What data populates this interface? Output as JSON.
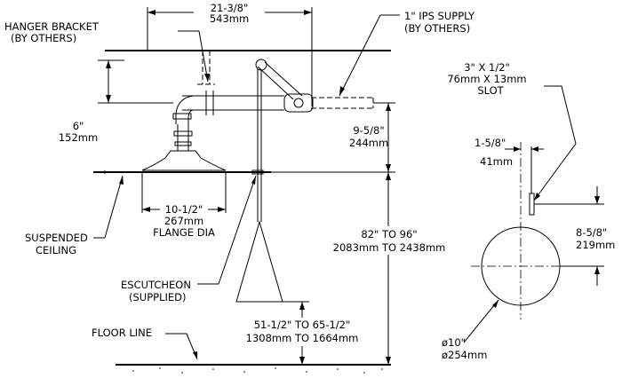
{
  "labels": {
    "top_dim_in": "21-3/8\"",
    "top_dim_mm": "543mm",
    "hanger_1": "HANGER BRACKET",
    "hanger_2": "(BY OTHERS)",
    "supply_1": "1\" IPS SUPPLY",
    "supply_2": "(BY OTHERS)",
    "six_in": "6\"",
    "six_mm": "152mm",
    "nine_in": "9-5/8\"",
    "nine_mm": "244mm",
    "flange_in": "10-1/2\"",
    "flange_mm": "267mm",
    "flange_3": "FLANGE DIA",
    "suspended_1": "SUSPENDED",
    "suspended_2": "CEILING",
    "escutcheon_1": "ESCUTCHEON",
    "escutcheon_2": "(SUPPLIED)",
    "height_in": "82\" TO 96\"",
    "height_mm": "2083mm TO 2438mm",
    "pull_in": "51-1/2\" TO 65-1/2\"",
    "pull_mm": "1308mm TO 1664mm",
    "floor": "FLOOR LINE",
    "slot_1": "3\" X 1/2\"",
    "slot_2": "76mm X 13mm",
    "slot_3": "SLOT",
    "off_in": "1-5/8\"",
    "off_mm": "41mm",
    "side_in": "8-5/8\"",
    "side_mm": "219mm",
    "dia_in": "ø10\"",
    "dia_mm": "ø254mm"
  }
}
